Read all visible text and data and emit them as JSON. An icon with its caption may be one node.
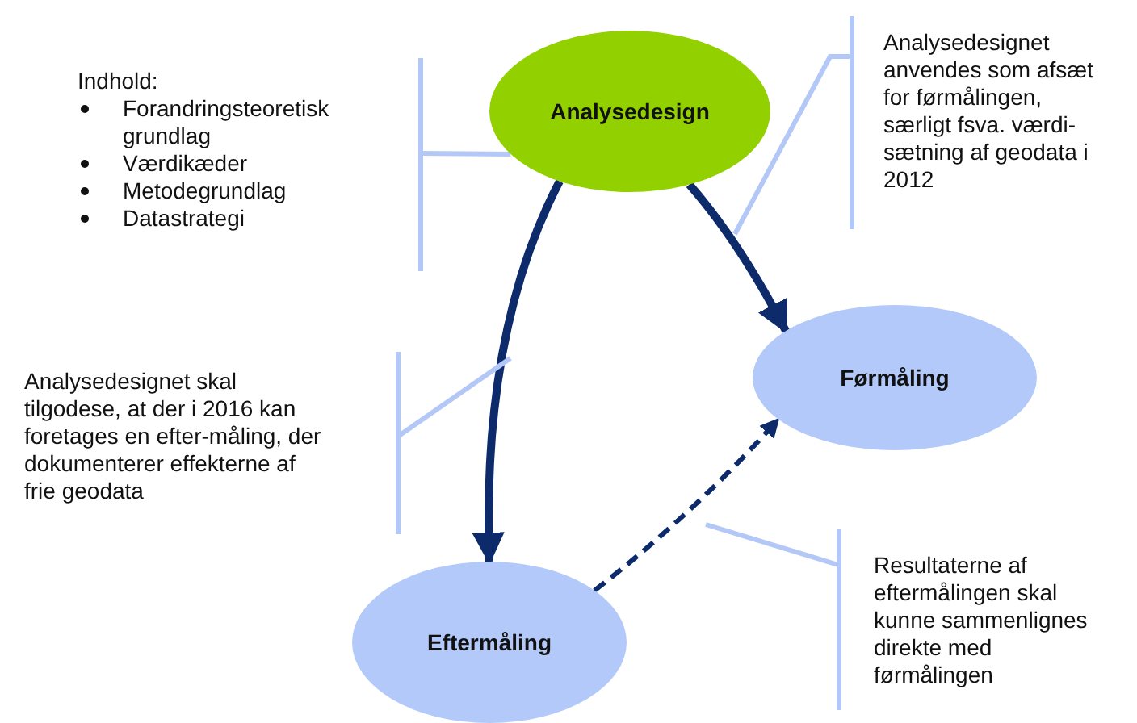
{
  "diagram": {
    "nodes": [
      {
        "text": [
          "Indhold:",
          "Forandringsteoretisk grundlag",
          "Værdikæder",
          "Metodegrundlag",
          "Datastrategi"
        ]
      },
      {
        "text": [
          "Analysedesign"
        ]
      },
      {
        "text": [
          "Analysedesignet anvendes som afsæt for førmålingen, særligt fsva. værdi-sætning af geodata i 2012"
        ]
      },
      {
        "text": [
          "Førmåling"
        ]
      },
      {
        "text": [
          "Analysedesignet skal tilgodese, at der i 2016 kan foretages en efter-måling, der dokumenterer effekterne af frie geodata"
        ]
      },
      {
        "text": [
          "Eftermåling"
        ]
      },
      {
        "text": [
          "Resultaterne af eftermålingen skal kunne sammenlignes direkte med førmålingen"
        ]
      }
    ],
    "edges": [
      {
        "from": 1,
        "to": 3,
        "arrow": "to",
        "color": "#0d2a6b"
      },
      {
        "from": 1,
        "to": 5,
        "arrow": "to",
        "color": "#0d2a6b"
      },
      {
        "from": 5,
        "to": 3,
        "arrow": "to",
        "style": "dashed",
        "color": "#0d2a6b"
      },
      {
        "from": 0,
        "to": 1,
        "arrow": "none"
      },
      {
        "from": 2,
        "to": null,
        "arrow": "none"
      },
      {
        "from": 4,
        "to": null,
        "arrow": "none"
      },
      {
        "from": 6,
        "to": null,
        "arrow": "none"
      }
    ]
  }
}
